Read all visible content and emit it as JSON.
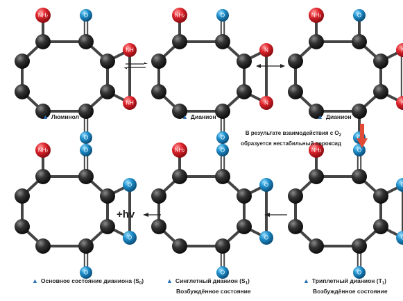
{
  "colors": {
    "carbon": "#2e2e2e",
    "nitrogen": "#e0242c",
    "oxygen": "#1f8fcc",
    "arrow": "#e14a35",
    "triangle": "#2a6fb3"
  },
  "atom_texts": {
    "nh2_main": "NH",
    "nh2_sub": "2",
    "o": "O",
    "nh": "NH",
    "n": "N"
  },
  "molecules": [
    {
      "id": "luminol"
    },
    {
      "id": "dianion-1"
    },
    {
      "id": "dianion-2"
    },
    {
      "id": "ground-state"
    },
    {
      "id": "singlet"
    },
    {
      "id": "triplet"
    }
  ],
  "labels": {
    "luminol": "Люминол",
    "dianion1": "Дианион",
    "dianion2": "Дианион",
    "ground_pre": "Основное состояние дианиона (S",
    "ground_sub": "0",
    "ground_post": ")",
    "singlet_pre": "Синглетный дианион (S",
    "singlet_sub": "1",
    "singlet_post": ")",
    "singlet_line2": "Возбуждённое состояние",
    "triplet_pre": "Триплетный дианион (T",
    "triplet_sub": "1",
    "triplet_post": ")",
    "triplet_line2": "Возбуждённое состояние"
  },
  "note": {
    "line1_pre": "В результате взаимодействия с O",
    "line1_sub": "2",
    "line2": "образуется нестабильный пероксид"
  },
  "hv": "+hv"
}
